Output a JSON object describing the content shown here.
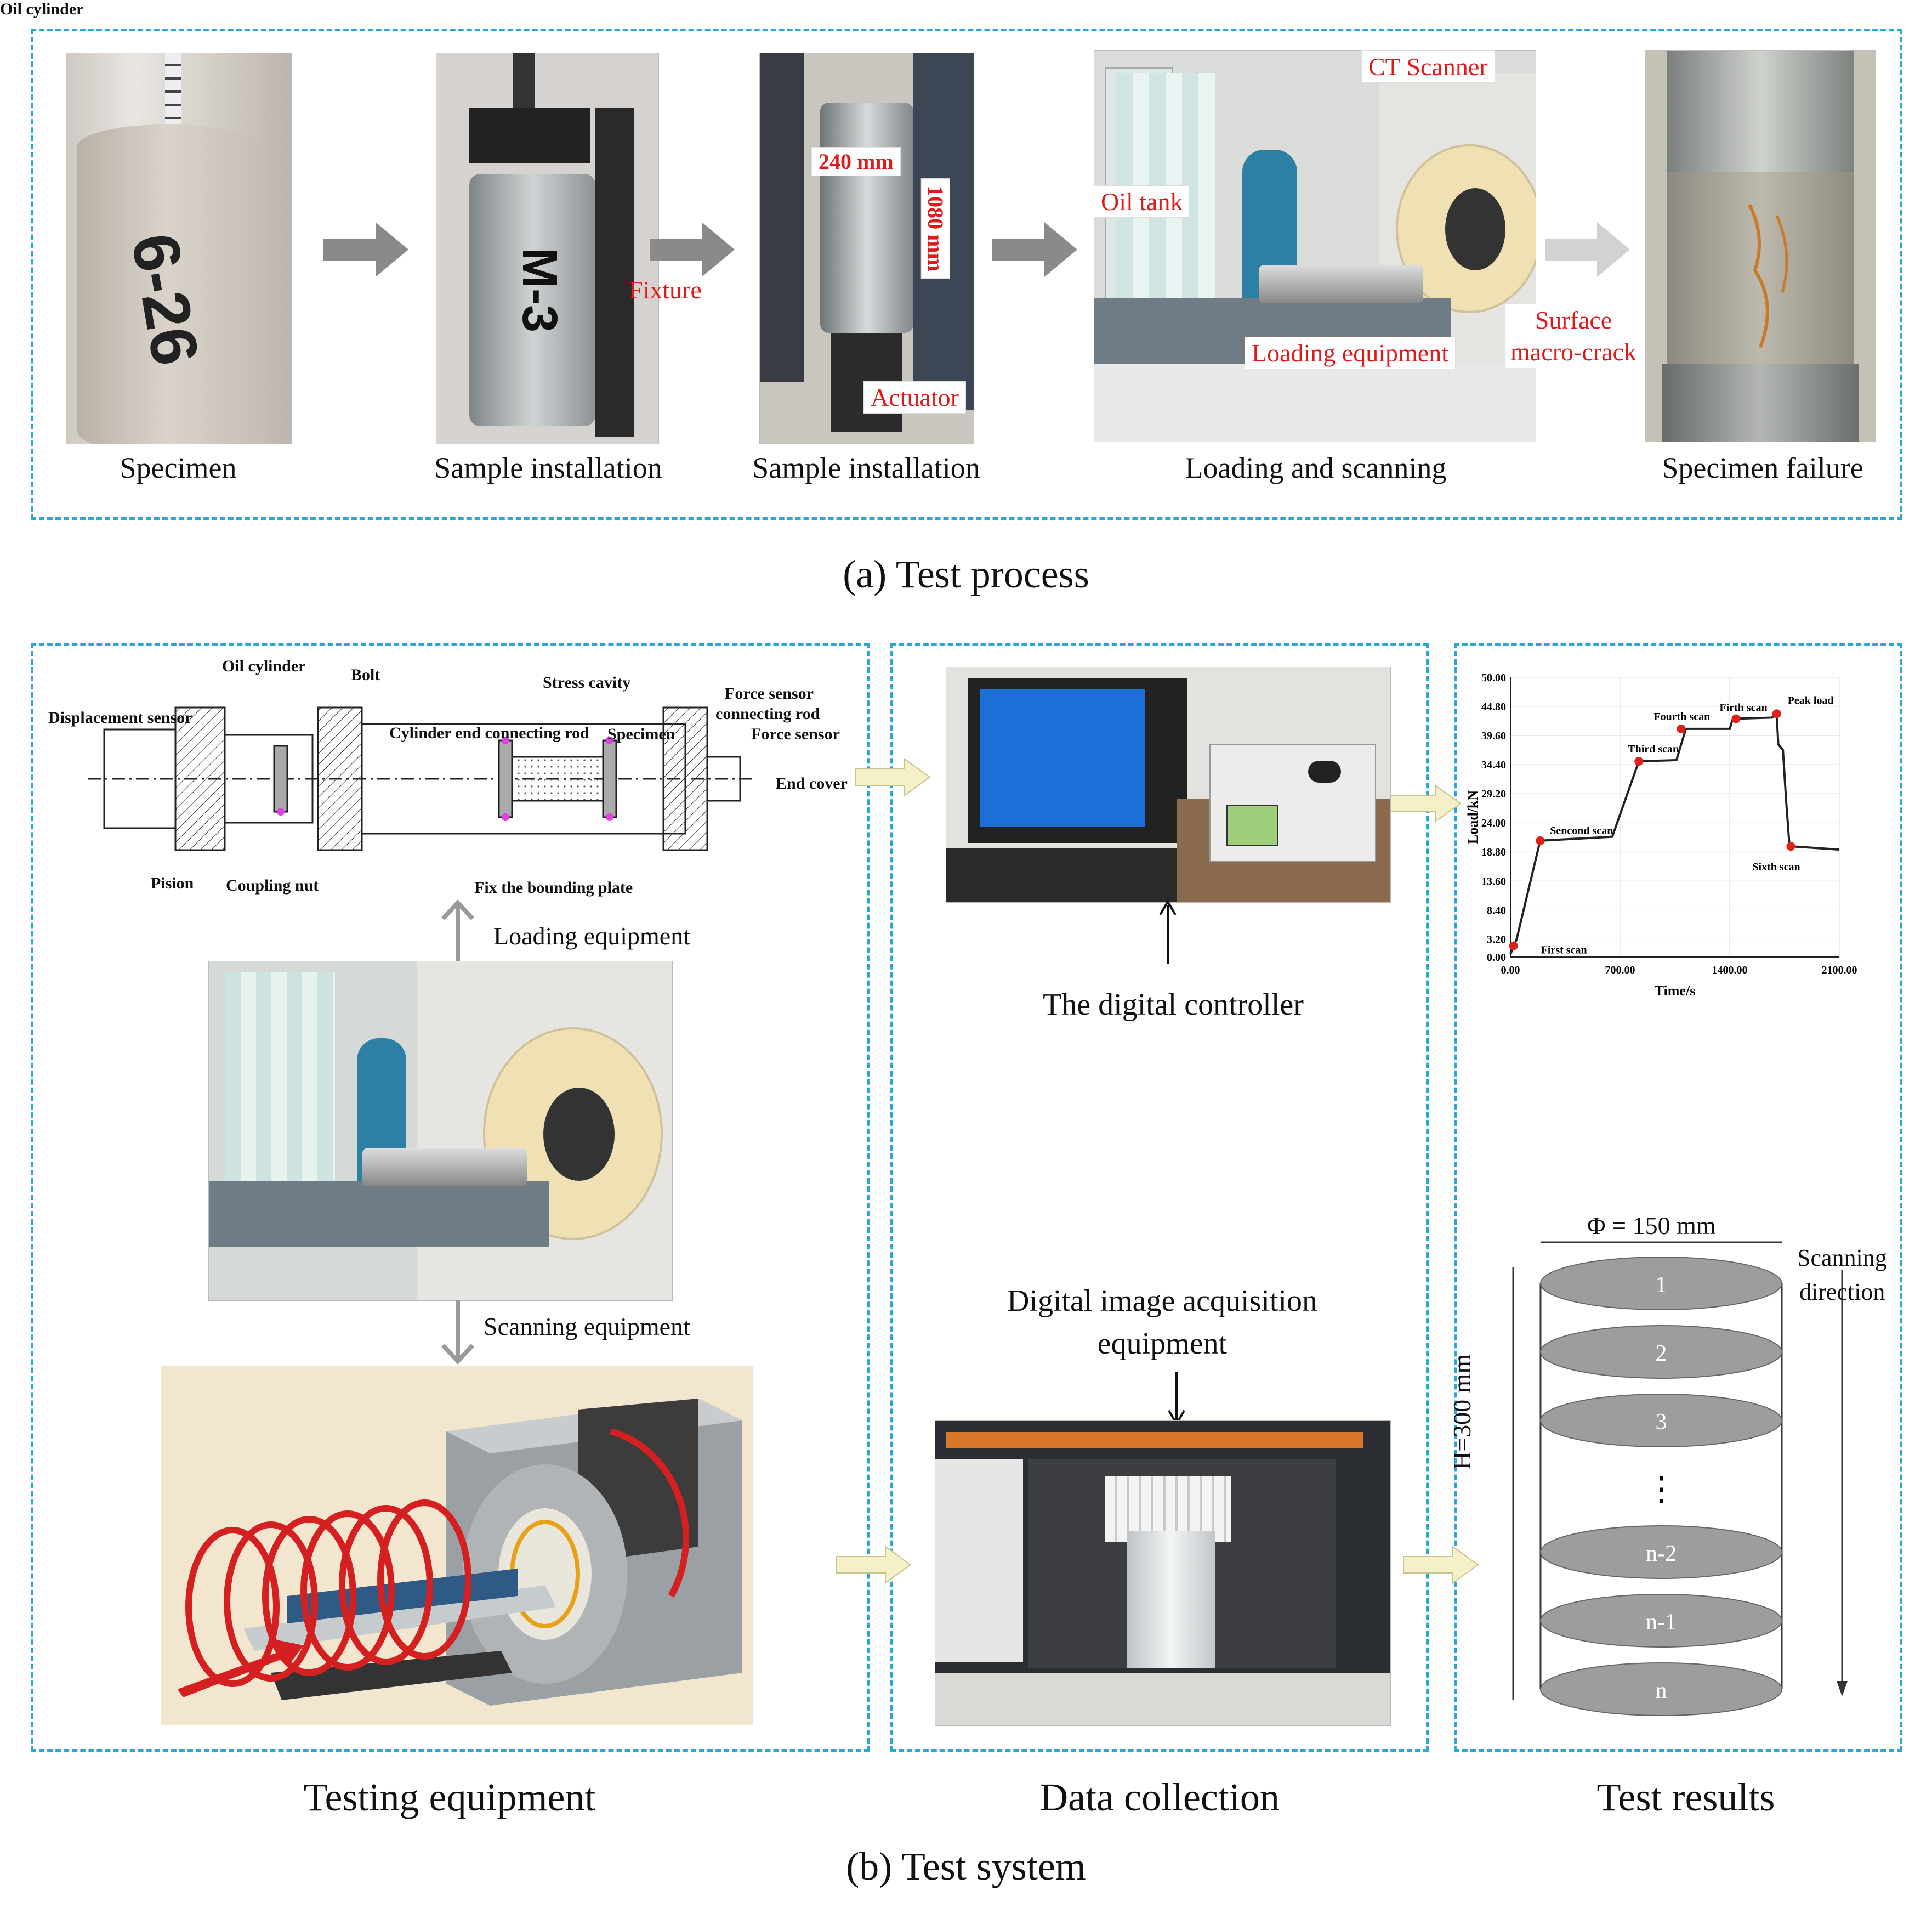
{
  "colors": {
    "dash": "#29a8d8",
    "label_red": "#e01a1a",
    "arrow_grey": "#8a8a8a",
    "arrow_yellow": "#f4f0c8",
    "coil_red": "#d42020"
  },
  "part_a": {
    "caption": "(a) Test process",
    "steps": [
      {
        "label": "Specimen",
        "photo_text": "6-26"
      },
      {
        "label": "Sample installation",
        "photo_text": "M-3"
      },
      {
        "label": "Sample installation"
      },
      {
        "label": "Loading and scanning"
      },
      {
        "label": "Specimen failure"
      }
    ],
    "annotations": {
      "fixture": "Fixture",
      "width": "240 mm",
      "height": "1080 mm",
      "actuator": "Actuator",
      "ct_scanner": "CT Scanner",
      "oil_tank": "Oil tank",
      "loading_equipment": "Loading equipment",
      "crack_line1": "Surface",
      "crack_line2": "macro-crack"
    }
  },
  "part_b": {
    "caption": "(b)  Test system",
    "panel_captions": {
      "equipment": "Testing equipment",
      "data": "Data collection",
      "results": "Test results"
    },
    "schematic_labels": {
      "oil_cylinder": "Oil cylinder",
      "bolt": "Bolt",
      "stress_cavity": "Stress cavity",
      "force_sensor_rod_1": "Force sensor",
      "force_sensor_rod_2": "connecting rod",
      "displacement_sensor": "Displacement sensor",
      "cylinder_rod": "Cylinder end connecting rod",
      "specimen": "Specimen",
      "force_sensor": "Force sensor",
      "end_cover": "End cover",
      "pision": "Pision",
      "coupling_nut": "Coupling nut",
      "fix_plate": "Fix the bounding plate"
    },
    "loading_equipment": "Loading equipment",
    "scanning_equipment": "Scanning equipment",
    "digital_controller": "The digital controller",
    "acquisition_line1": "Digital image acquisition",
    "acquisition_line2": "equipment",
    "stack": {
      "diameter": "Φ = 150 mm",
      "height": "H=300 mm",
      "direction_line1": "Scanning",
      "direction_line2": "direction",
      "slices": [
        "1",
        "2",
        "3",
        "⋮",
        "n-2",
        "n-1",
        "n"
      ]
    }
  },
  "chart_data": {
    "type": "line",
    "xlabel": "Time/s",
    "ylabel": "Load/kN",
    "xlim": [
      0,
      2100
    ],
    "ylim": [
      0,
      50
    ],
    "x_ticks": [
      "0.00",
      "700.00",
      "1400.00",
      "2100.00"
    ],
    "y_ticks": [
      "0.00",
      "3.20",
      "8.40",
      "13.60",
      "18.80",
      "24.00",
      "29.20",
      "34.40",
      "39.60",
      "44.80",
      "50.00"
    ],
    "series": [
      {
        "values_x": [
          0,
          40,
          190,
          650,
          820,
          1060,
          1120,
          1330,
          1400,
          1420,
          1670,
          1700,
          1710,
          1740,
          1760,
          1780,
          1790,
          2100
        ],
        "values_y": [
          0.5,
          3.2,
          20.8,
          21.5,
          35.0,
          35.2,
          40.8,
          40.8,
          40.8,
          42.6,
          42.8,
          43.5,
          38.0,
          37.0,
          28.0,
          20.5,
          19.8,
          19.2
        ]
      }
    ],
    "scan_points": [
      {
        "x": 20,
        "y": 2.0,
        "label": "First scan"
      },
      {
        "x": 190,
        "y": 20.8,
        "label": "Sencond scan"
      },
      {
        "x": 820,
        "y": 35.0,
        "label": "Third scan"
      },
      {
        "x": 1090,
        "y": 40.8,
        "label": "Fourth scan"
      },
      {
        "x": 1440,
        "y": 42.6,
        "label": "Firth scan"
      },
      {
        "x": 1700,
        "y": 43.5,
        "label": "Peak load"
      },
      {
        "x": 1790,
        "y": 19.8,
        "label": "Sixth scan"
      }
    ]
  }
}
